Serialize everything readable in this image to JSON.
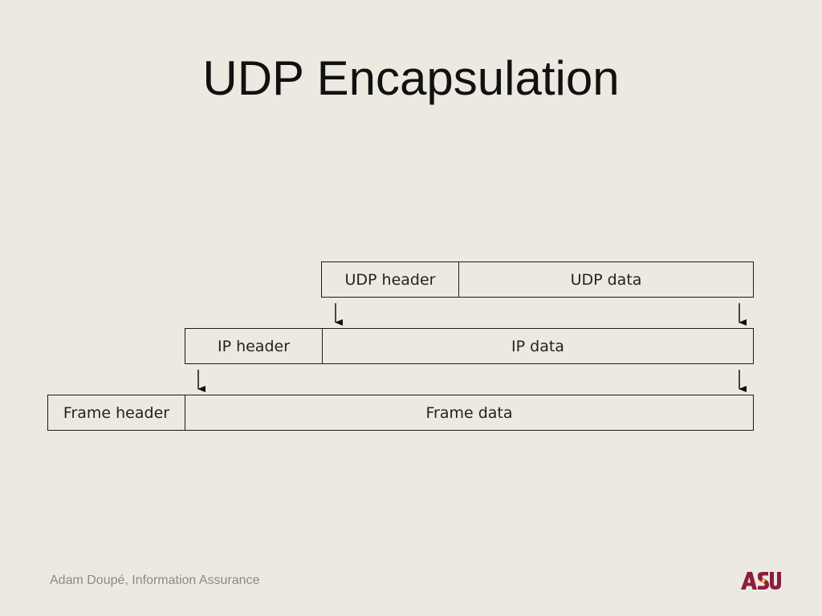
{
  "slide": {
    "title": "UDP Encapsulation"
  },
  "diagram": {
    "udp_row": {
      "header": "UDP header",
      "data": "UDP data"
    },
    "ip_row": {
      "header": "IP header",
      "data": "IP data"
    },
    "frame_row": {
      "header": "Frame header",
      "data": "Frame data"
    }
  },
  "footer": {
    "author": "Adam Doupé, Information Assurance",
    "logo_icon": "asu-logo-icon",
    "logo_color": "#8C1D40",
    "logo_accent": "#FFC627"
  }
}
